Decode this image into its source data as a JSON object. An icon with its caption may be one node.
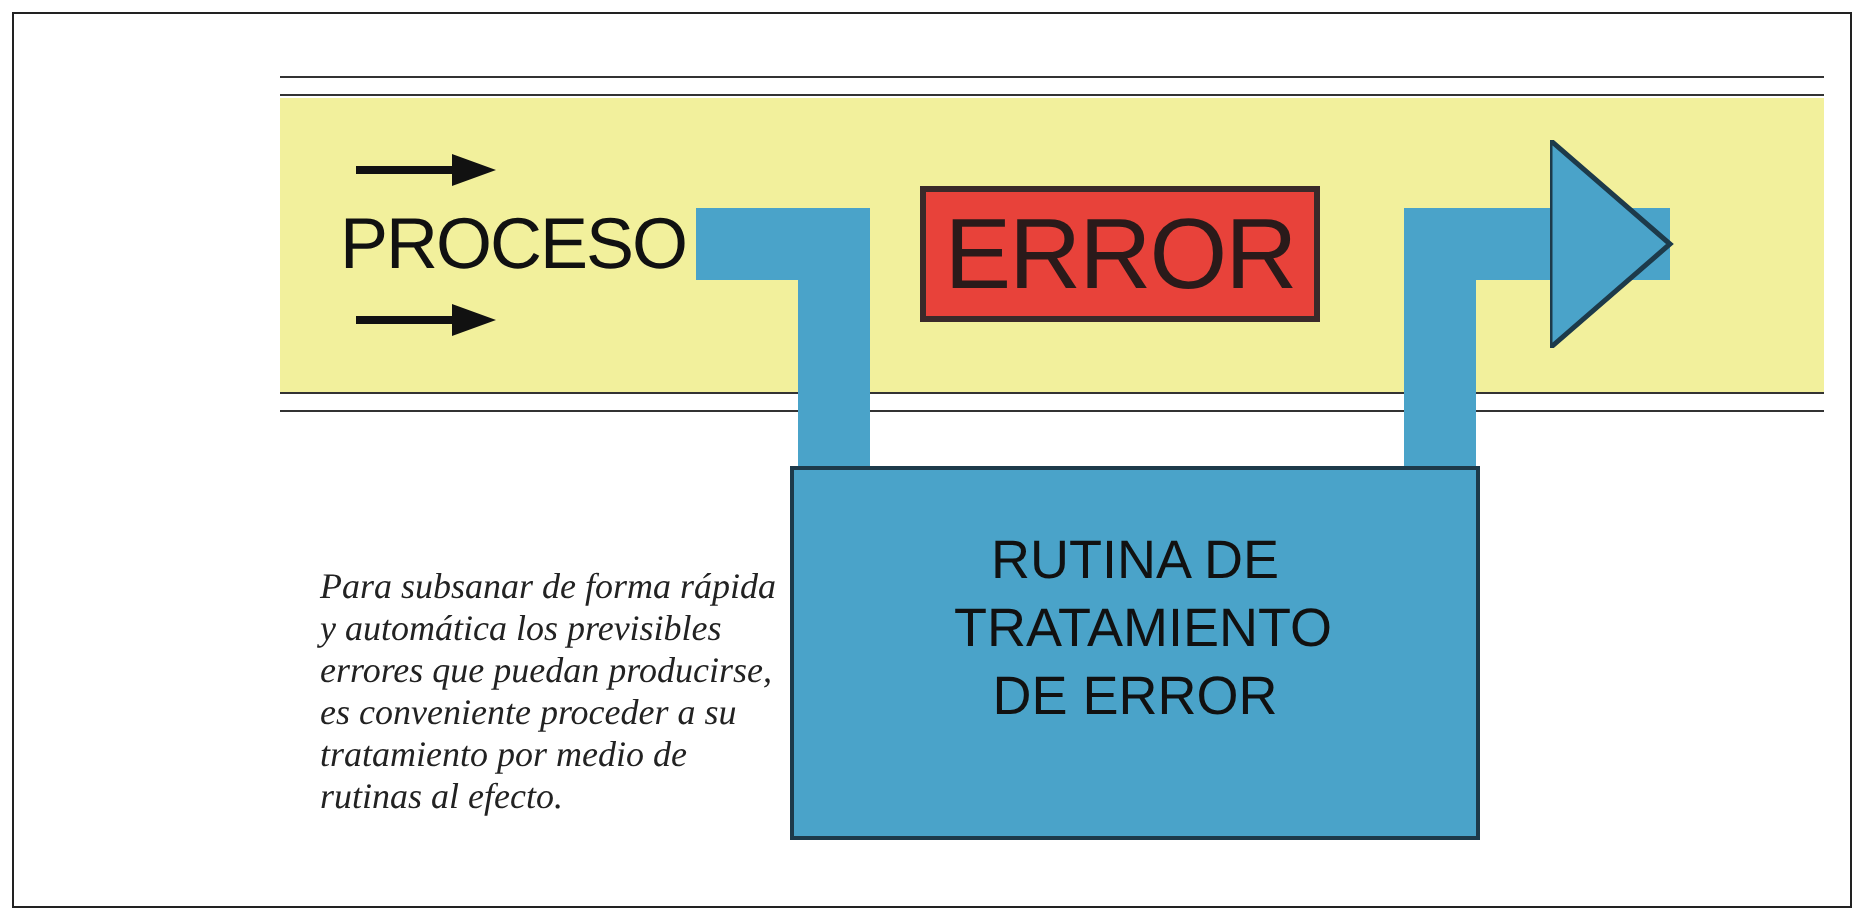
{
  "diagram": {
    "caption": "Para subsanar de forma rápida y automática los previsibles errores que puedan producirse, es conveniente proceder a su tratamiento por medio de rutinas al efecto.",
    "nodes": [
      {
        "text": [
          "PROCESO"
        ]
      },
      {
        "text": [
          "ERROR"
        ]
      },
      {
        "text": [
          "RUTINA DE TRATAMIENTO DE ERROR"
        ]
      }
    ],
    "edges": [
      {
        "from": 0,
        "to": 2,
        "arrow": "none"
      },
      {
        "from": 2,
        "to": null,
        "arrow": "to"
      }
    ]
  }
}
